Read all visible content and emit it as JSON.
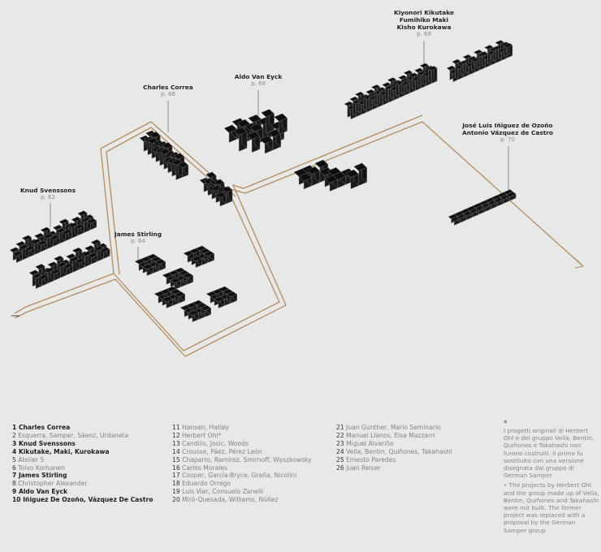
{
  "labels": [
    {
      "id": "kikutake",
      "lines": [
        "Kiyonori Kikutake",
        "Fumihiko Maki",
        "Kisho Kurokawa"
      ],
      "page": "p. 69"
    },
    {
      "id": "van-eyck",
      "lines": [
        "Aldo Van Eyck"
      ],
      "page": "p. 68"
    },
    {
      "id": "correa",
      "lines": [
        "Charles Correa"
      ],
      "page": "p. 66"
    },
    {
      "id": "ozono",
      "lines": [
        "José Luis Iñiguez de Ozoño",
        "Antonio Vázquez de Castro"
      ],
      "page": "p. 70"
    },
    {
      "id": "svenssons",
      "lines": [
        "Knud Svenssons"
      ],
      "page": "p. 62"
    },
    {
      "id": "stirling",
      "lines": [
        "James Stirling"
      ],
      "page": "p. 64"
    }
  ],
  "legend": {
    "columns": [
      [
        {
          "num": "1",
          "text": "Charles Correa",
          "bold": true
        },
        {
          "num": "2",
          "text": "Esquerra, Samper, Sáenz, Urdaneta",
          "bold": false
        },
        {
          "num": "3",
          "text": "Knud Svenssons",
          "bold": true
        },
        {
          "num": "4",
          "text": "Kikutake, Maki, Kurokawa",
          "bold": true
        },
        {
          "num": "5",
          "text": "Atelier 5",
          "bold": false
        },
        {
          "num": "6",
          "text": "Toivo Korhonen",
          "bold": false
        },
        {
          "num": "7",
          "text": "James Stirling",
          "bold": true
        },
        {
          "num": "8",
          "text": "Christopher Alexander",
          "bold": false
        },
        {
          "num": "9",
          "text": "Aldo Van Eyck",
          "bold": true
        },
        {
          "num": "10",
          "text": "Iñiguez De Ozoño, Vázquez De Castro",
          "bold": true
        }
      ],
      [
        {
          "num": "11",
          "text": "Hansen, Hatløy",
          "bold": false
        },
        {
          "num": "12",
          "text": "Herbert Ohl*",
          "bold": false
        },
        {
          "num": "13",
          "text": "Candilis, Josic, Woods",
          "bold": false
        },
        {
          "num": "14",
          "text": "Crousse, Páez, Pérez León",
          "bold": false
        },
        {
          "num": "15",
          "text": "Chaparro, Ramírez, Smirnoff, Wyszkowsky",
          "bold": false
        },
        {
          "num": "16",
          "text": "Carlos Morales",
          "bold": false
        },
        {
          "num": "17",
          "text": "Cooper, García-Bryce, Graña, Nicolini",
          "bold": false
        },
        {
          "num": "18",
          "text": "Eduardo Orrego",
          "bold": false
        },
        {
          "num": "19",
          "text": "Luis Vier, Consuelo Zanelli",
          "bold": false
        },
        {
          "num": "20",
          "text": "Miró-Quesada, Williams, Núñez",
          "bold": false
        }
      ],
      [
        {
          "num": "21",
          "text": "Juan Gunther, Mario Seminario",
          "bold": false
        },
        {
          "num": "22",
          "text": "Manuel Llanos, Elsa Mazzarri",
          "bold": false
        },
        {
          "num": "23",
          "text": "Miguel Alvariño",
          "bold": false
        },
        {
          "num": "24",
          "text": "Vella, Bentin, Quiñones, Takahashi",
          "bold": false
        },
        {
          "num": "25",
          "text": "Ernesto Paredes",
          "bold": false
        },
        {
          "num": "26",
          "text": "Juan Reiser",
          "bold": false
        }
      ]
    ]
  },
  "note": {
    "star": "*",
    "it": "I progetti originali di Herbert Ohl e del gruppo Vella, Bentin, Quiñones e Takahashi non furono costruiti. Il primo fu sostituito con una versione disegnata dal gruppo di German Samper",
    "en": "• The projects by Herbert Ohl and the group made up of Vella, Bentin, Quiñones and Takahashi were not built. The former project was replaced with a proposal by the German Samper group"
  },
  "colors": {
    "background": "#e6e9e8",
    "path": "#b98a5a",
    "block_top": "#0f0f0f",
    "block_side": "#1c1c1c",
    "block_edge": "#8a8a8a"
  }
}
